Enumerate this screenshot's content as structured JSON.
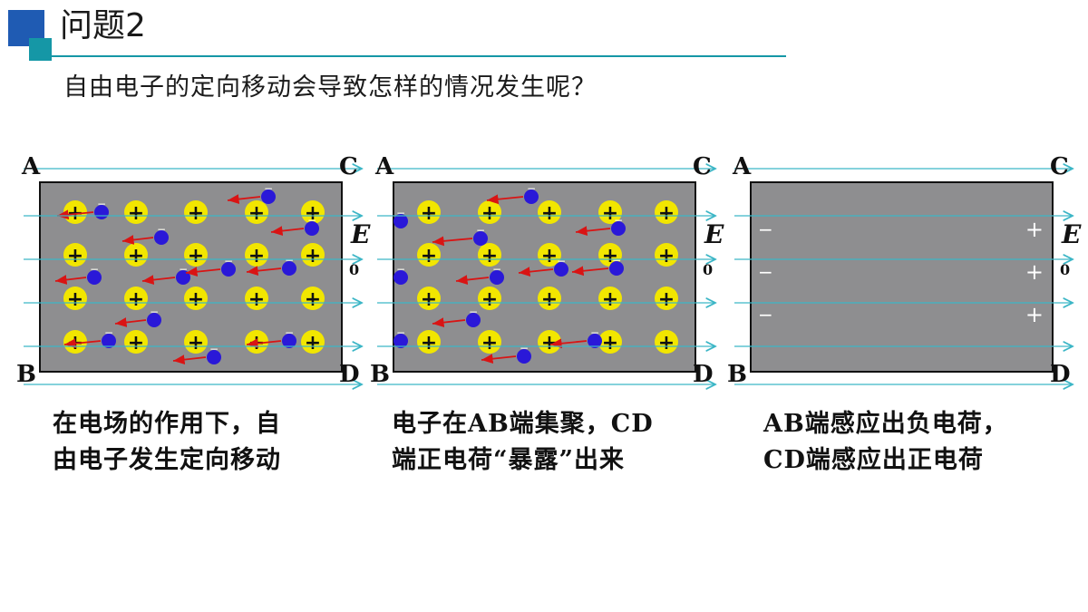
{
  "header": {
    "title": "问题2"
  },
  "question": "自由电子的定向移动会导致怎样的情况发生呢？",
  "panels": [
    {
      "corners": {
        "tl": "A",
        "tr": "C",
        "bl": "B",
        "br": "D"
      },
      "field_label": "E",
      "field_sub": "0",
      "caption_lines": [
        "在电场的作用下，自",
        "由电子发生定向移动"
      ]
    },
    {
      "corners": {
        "tl": "A",
        "tr": "C",
        "bl": "B",
        "br": "D"
      },
      "field_label": "E",
      "field_sub": "0",
      "caption_lines": [
        "电子在AB端集聚，CD",
        "端正电荷“暴露”出来"
      ]
    },
    {
      "corners": {
        "tl": "A",
        "tr": "C",
        "bl": "B",
        "br": "D"
      },
      "field_label": "E",
      "field_sub": "0",
      "caption_lines": [
        "AB端感应出负电荷，",
        "CD端感应出正电荷"
      ]
    }
  ],
  "symbols": {
    "positive": "+",
    "negative": "−"
  },
  "colors": {
    "accent_blue": "#1f5bb3",
    "accent_teal": "#1597a6",
    "field_line": "#3cb6c6",
    "conductor": "#8e8e90",
    "ion": "#f2e600",
    "electron": "#2a18d8",
    "arrow": "#d91414"
  }
}
